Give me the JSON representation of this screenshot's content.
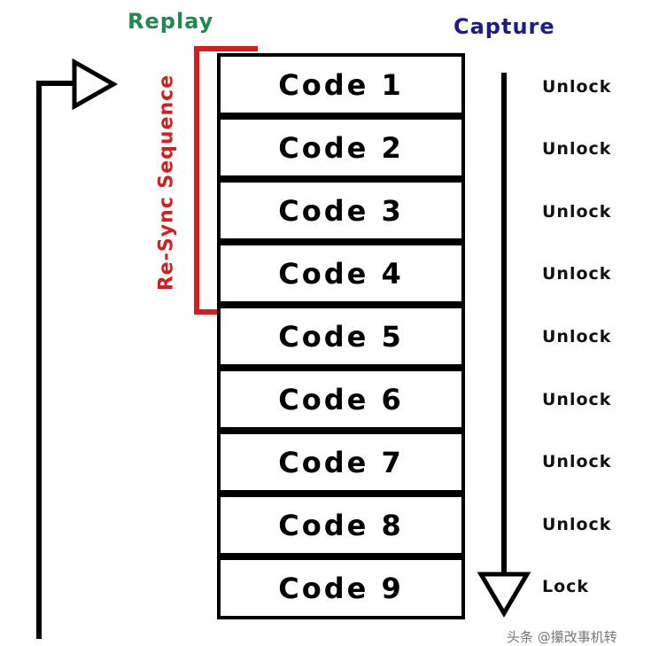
{
  "labels": {
    "replay": "Replay",
    "capture": "Capture",
    "resync": "Re-Sync Sequence"
  },
  "codes": [
    "Code 1",
    "Code 2",
    "Code 3",
    "Code 4",
    "Code 5",
    "Code 6",
    "Code 7",
    "Code 8",
    "Code 9"
  ],
  "statuses": [
    "Unlock",
    "Unlock",
    "Unlock",
    "Unlock",
    "Unlock",
    "Unlock",
    "Unlock",
    "Unlock",
    "Lock"
  ],
  "watermark": "头条 @攥改事机转",
  "colors": {
    "replay": "#1f8a4c",
    "capture": "#1c1c8c",
    "resync": "#d31f1f",
    "lines": "#000000"
  }
}
